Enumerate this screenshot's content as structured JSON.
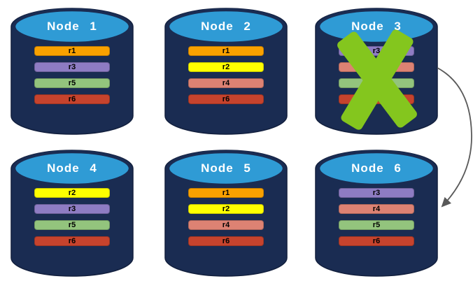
{
  "diagram": {
    "description": "Six database nodes with replicated rows; Node 3 is failed and its replicas point to Node 6",
    "background": "#ffffff"
  },
  "colors": {
    "cylinder_body": "#1a2c52",
    "cylinder_top": "#2f9bd5",
    "node_label_text": "#ffffff",
    "row_label_text": "#000000",
    "failure_x": "#84c61e",
    "arrow": "#595959",
    "replica_r1": "#f9a100",
    "replica_r2": "#ffff00",
    "replica_r3": "#8e7cc3",
    "replica_r4": "#dd8273",
    "replica_r5": "#93c47d",
    "replica_r6": "#c6432d"
  },
  "nodes": [
    {
      "label": "Node 1",
      "failed": false,
      "rows": [
        {
          "label": "r1",
          "color": "#f9a100"
        },
        {
          "label": "r3",
          "color": "#8e7cc3"
        },
        {
          "label": "r5",
          "color": "#93c47d"
        },
        {
          "label": "r6",
          "color": "#c6432d"
        }
      ]
    },
    {
      "label": "Node 2",
      "failed": false,
      "rows": [
        {
          "label": "r1",
          "color": "#f9a100"
        },
        {
          "label": "r2",
          "color": "#ffff00"
        },
        {
          "label": "r4",
          "color": "#dd8273"
        },
        {
          "label": "r6",
          "color": "#c6432d"
        }
      ]
    },
    {
      "label": "Node 3",
      "failed": true,
      "rows": [
        {
          "label": "r3",
          "color": "#8e7cc3"
        },
        {
          "label": "r4",
          "color": "#dd8273"
        },
        {
          "label": "r5",
          "color": "#93c47d"
        },
        {
          "label": "r6",
          "color": "#c6432d"
        }
      ]
    },
    {
      "label": "Node 4",
      "failed": false,
      "rows": [
        {
          "label": "r2",
          "color": "#ffff00"
        },
        {
          "label": "r3",
          "color": "#8e7cc3"
        },
        {
          "label": "r5",
          "color": "#93c47d"
        },
        {
          "label": "r6",
          "color": "#c6432d"
        }
      ]
    },
    {
      "label": "Node 5",
      "failed": false,
      "rows": [
        {
          "label": "r1",
          "color": "#f9a100"
        },
        {
          "label": "r2",
          "color": "#ffff00"
        },
        {
          "label": "r4",
          "color": "#dd8273"
        },
        {
          "label": "r6",
          "color": "#c6432d"
        }
      ]
    },
    {
      "label": "Node 6",
      "failed": false,
      "rows": [
        {
          "label": "r3",
          "color": "#8e7cc3"
        },
        {
          "label": "r4",
          "color": "#dd8273"
        },
        {
          "label": "r5",
          "color": "#93c47d"
        },
        {
          "label": "r6",
          "color": "#c6432d"
        }
      ]
    }
  ],
  "failure_marker": {
    "on_node": "Node 3",
    "symbol": "X",
    "color": "#84c61e"
  },
  "arrow": {
    "from": "Node 3",
    "to": "Node 6",
    "color": "#595959"
  }
}
